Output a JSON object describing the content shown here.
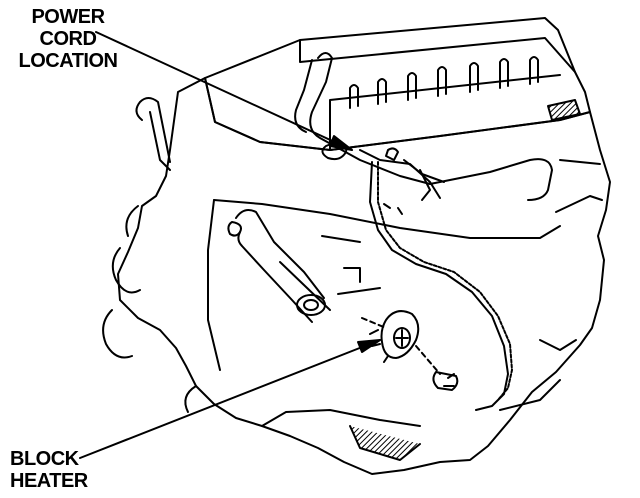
{
  "callouts": {
    "power_cord": {
      "lines": [
        "POWER",
        "CORD",
        "LOCATION"
      ]
    },
    "block_heater": {
      "lines": [
        "BLOCK",
        "HEATER"
      ]
    }
  },
  "colors": {
    "ink": "#000000",
    "paper": "#ffffff",
    "hatch": "#555555"
  }
}
